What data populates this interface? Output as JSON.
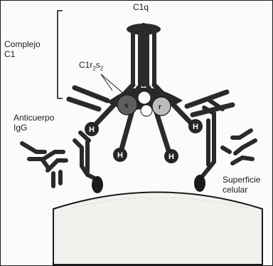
{
  "labels": {
    "c1q": "C1q",
    "complejo_line1": "Complejo",
    "complejo_line2": "C1",
    "c1r2s2_base": "C1r",
    "c1r2s2_sub1": "2",
    "c1r2s2_mid": "s",
    "c1r2s2_sub2": "2",
    "anticuerpo_line1": "Anticuerpo",
    "anticuerpo_line2": "IgG",
    "superficie_line1": "Superficie",
    "superficie_line2": "celular",
    "domain_s": "s",
    "domain_r": "r",
    "head": "H"
  },
  "colors": {
    "dark": "#262626",
    "medium": "#5e5e5e",
    "light": "#bdbdbd",
    "cell_fill": "#f1f1ee",
    "line": "#1a1a1a"
  }
}
